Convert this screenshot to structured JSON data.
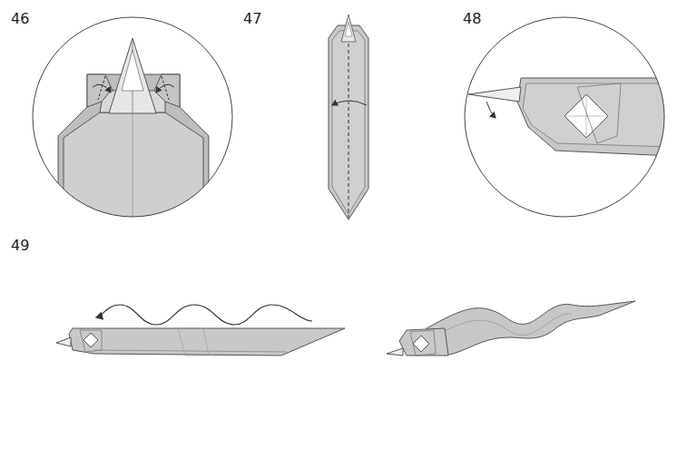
{
  "diagram": {
    "labels": [
      "46",
      "47",
      "48",
      "49"
    ]
  }
}
